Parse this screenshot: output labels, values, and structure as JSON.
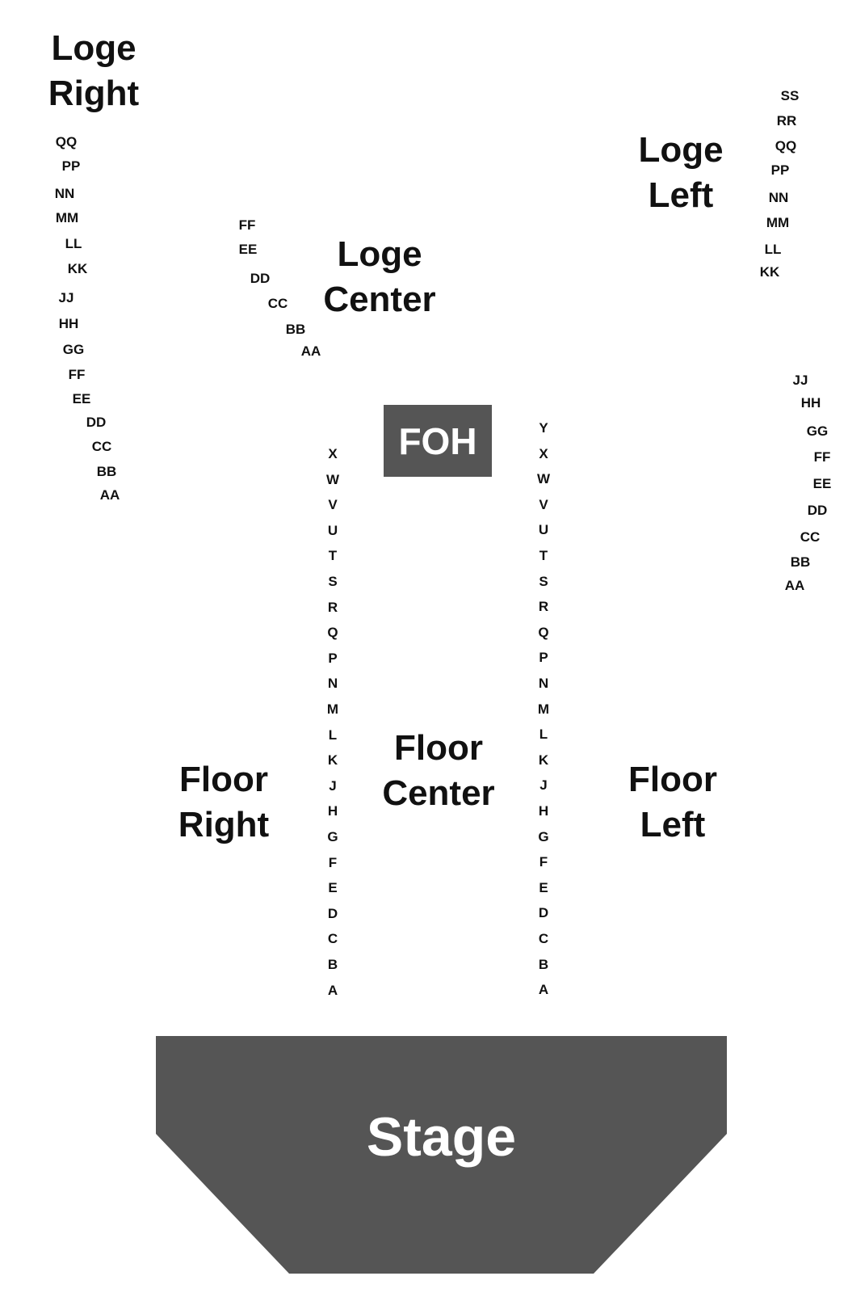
{
  "sections": {
    "loge_right": [
      "Loge",
      "Right"
    ],
    "loge_left": [
      "Loge",
      "Left"
    ],
    "loge_center": [
      "Loge",
      "Center"
    ],
    "floor_right": [
      "Floor",
      "Right"
    ],
    "floor_center": [
      "Floor",
      "Center"
    ],
    "floor_left": [
      "Floor",
      "Left"
    ]
  },
  "foh_label": "FOH",
  "stage_label": "Stage",
  "rows": {
    "loge_right": [
      "QQ",
      "PP",
      "NN",
      "MM",
      "LL",
      "KK",
      "JJ",
      "HH",
      "GG",
      "FF",
      "EE",
      "DD",
      "CC",
      "BB",
      "AA"
    ],
    "loge_center": [
      "FF",
      "EE",
      "DD",
      "CC",
      "BB",
      "AA"
    ],
    "loge_left_upper": [
      "SS",
      "RR",
      "QQ",
      "PP",
      "NN",
      "MM",
      "LL",
      "KK"
    ],
    "loge_left_lower": [
      "JJ",
      "HH",
      "GG",
      "FF",
      "EE",
      "DD",
      "CC",
      "BB",
      "AA"
    ],
    "floor_right_aisle": [
      "X",
      "W",
      "V",
      "U",
      "T",
      "S",
      "R",
      "Q",
      "P",
      "N",
      "M",
      "L",
      "K",
      "J",
      "H",
      "G",
      "F",
      "E",
      "D",
      "C",
      "B",
      "A"
    ],
    "floor_left_aisle": [
      "Y",
      "X",
      "W",
      "V",
      "U",
      "T",
      "S",
      "R",
      "Q",
      "P",
      "N",
      "M",
      "L",
      "K",
      "J",
      "H",
      "G",
      "F",
      "E",
      "D",
      "C",
      "B",
      "A"
    ]
  },
  "colors": {
    "fill": "#555555",
    "text_on_fill": "#ffffff",
    "text": "#111111"
  }
}
